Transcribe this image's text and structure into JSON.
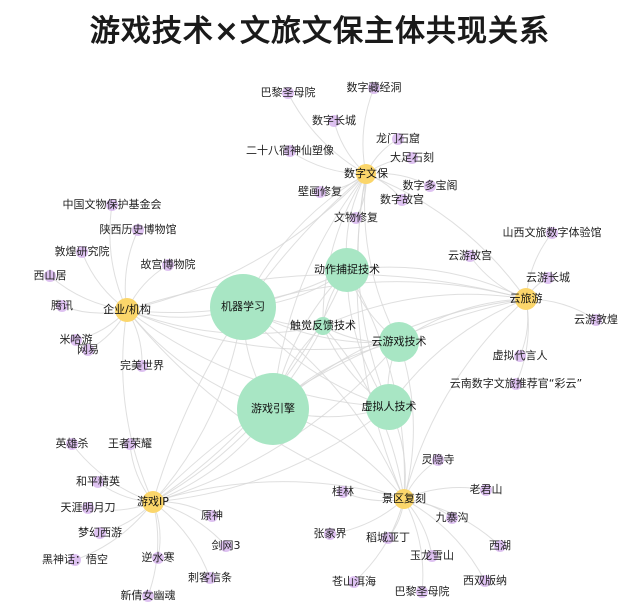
{
  "title": "游戏技术×文旅文保主体共现关系",
  "colors": {
    "tech": "#a8e6c4",
    "hub": "#fbd66b",
    "leaf": "#d8b7ee",
    "edge": "#d7d7d7"
  },
  "tech_nodes": [
    {
      "id": "机器学习",
      "label": "机器学习"
    },
    {
      "id": "动作捕捉技术",
      "label": "动作捕捉技术"
    },
    {
      "id": "触觉反馈技术",
      "label": "触觉反馈技术"
    },
    {
      "id": "云游戏技术",
      "label": "云游戏技术"
    },
    {
      "id": "游戏引擎",
      "label": "游戏引擎"
    },
    {
      "id": "虚拟人技术",
      "label": "虚拟人技术"
    }
  ],
  "hub_nodes": [
    {
      "id": "数字文保",
      "label": "数字文保"
    },
    {
      "id": "企业/机构",
      "label": "企业/机构"
    },
    {
      "id": "云旅游",
      "label": "云旅游"
    },
    {
      "id": "游戏IP",
      "label": "游戏IP"
    },
    {
      "id": "景区复刻",
      "label": "景区复刻"
    }
  ],
  "leaf_nodes": [
    {
      "label": "巴黎圣母院",
      "hub": "数字文保"
    },
    {
      "label": "数字藏经洞",
      "hub": "数字文保"
    },
    {
      "label": "数字长城",
      "hub": "数字文保"
    },
    {
      "label": "龙门石窟",
      "hub": "数字文保"
    },
    {
      "label": "二十八宿神仙塑像",
      "hub": "数字文保"
    },
    {
      "label": "大足石刻",
      "hub": "数字文保"
    },
    {
      "label": "数字多宝阁",
      "hub": "数字文保"
    },
    {
      "label": "壁画修复",
      "hub": "数字文保"
    },
    {
      "label": "数字故宫",
      "hub": "数字文保"
    },
    {
      "label": "文物修复",
      "hub": "数字文保"
    },
    {
      "label": "中国文物保护基金会",
      "hub": "企业/机构"
    },
    {
      "label": "陕西历史博物馆",
      "hub": "企业/机构"
    },
    {
      "label": "敦煌研究院",
      "hub": "企业/机构"
    },
    {
      "label": "故宫博物院",
      "hub": "企业/机构"
    },
    {
      "label": "西山居",
      "hub": "企业/机构"
    },
    {
      "label": "腾讯",
      "hub": "企业/机构"
    },
    {
      "label": "米哈游",
      "hub": "企业/机构"
    },
    {
      "label": "网易",
      "hub": "企业/机构"
    },
    {
      "label": "完美世界",
      "hub": "企业/机构"
    },
    {
      "label": "山西文旅数字体验馆",
      "hub": "云旅游"
    },
    {
      "label": "云游故宫",
      "hub": "云旅游"
    },
    {
      "label": "云游长城",
      "hub": "云旅游"
    },
    {
      "label": "云游敦煌",
      "hub": "云旅游"
    },
    {
      "label": "虚拟代言人",
      "hub": "云旅游"
    },
    {
      "label": "云南数字文旅推荐官“彩云”",
      "hub": "云旅游"
    },
    {
      "label": "英雄杀",
      "hub": "游戏IP"
    },
    {
      "label": "王者荣耀",
      "hub": "游戏IP"
    },
    {
      "label": "和平精英",
      "hub": "游戏IP"
    },
    {
      "label": "天涯明月刀",
      "hub": "游戏IP"
    },
    {
      "label": "梦幻西游",
      "hub": "游戏IP"
    },
    {
      "label": "原神",
      "hub": "游戏IP"
    },
    {
      "label": "黑神话：悟空",
      "hub": "游戏IP"
    },
    {
      "label": "逆水寒",
      "hub": "游戏IP"
    },
    {
      "label": "剑网3",
      "hub": "游戏IP"
    },
    {
      "label": "新倩女幽魂",
      "hub": "游戏IP"
    },
    {
      "label": "刺客信条",
      "hub": "游戏IP"
    },
    {
      "label": "灵隐寺",
      "hub": "景区复刻"
    },
    {
      "label": "桂林",
      "hub": "景区复刻"
    },
    {
      "label": "老君山",
      "hub": "景区复刻"
    },
    {
      "label": "九寨沟",
      "hub": "景区复刻"
    },
    {
      "label": "张家界",
      "hub": "景区复刻"
    },
    {
      "label": "稻城亚丁",
      "hub": "景区复刻"
    },
    {
      "label": "西湖",
      "hub": "景区复刻"
    },
    {
      "label": "玉龙雪山",
      "hub": "景区复刻"
    },
    {
      "label": "苍山洱海",
      "hub": "景区复刻"
    },
    {
      "label": "巴黎圣母院",
      "hub": "景区复刻"
    },
    {
      "label": "西双版纳",
      "hub": "景区复刻"
    }
  ]
}
